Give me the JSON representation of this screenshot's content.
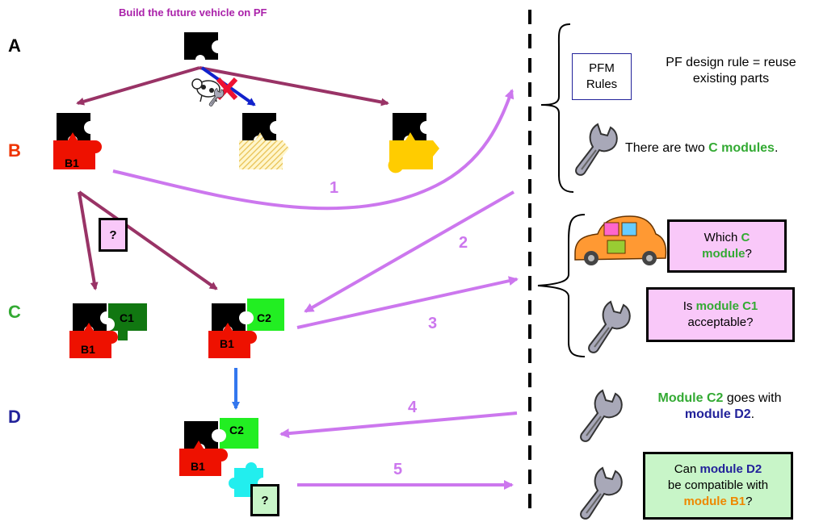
{
  "title": "Build the future vehicle on PF",
  "rows": {
    "A": "A",
    "B": "B",
    "C": "C",
    "D": "D"
  },
  "row_colors": {
    "A": "#000000",
    "B": "#ee3300",
    "C": "#33aa33",
    "D": "#22229a"
  },
  "arrow_numbers": [
    "1",
    "2",
    "3",
    "4",
    "5"
  ],
  "piece_labels": {
    "b1": "B1",
    "c1": "C1",
    "c2": "C2"
  },
  "question_mark": "?",
  "right": {
    "pfm_rules": "PFM Rules",
    "design_rule": "PF design rule = reuse existing parts",
    "two_c": {
      "pre": "There are two ",
      "bold": "C modules",
      "post": "."
    },
    "which_c": {
      "pre": "Which ",
      "bold1": "C",
      "bold2": "module",
      "post": "?"
    },
    "is_c1": {
      "pre": "Is ",
      "bold": "module C1",
      "post": "acceptable?"
    },
    "c2_d2": {
      "bold1": "Module C2",
      "mid": " goes with",
      "bold2": "module D2",
      "post": "."
    },
    "can_d2": {
      "pre": "Can ",
      "bold1": "module D2",
      "mid": "be compatible with",
      "bold2": "module B1",
      "post": "?"
    }
  },
  "colors": {
    "black": "#000000",
    "red": "#ee1100",
    "dark_green": "#117711",
    "light_green": "#22ee22",
    "cyan": "#22eeee",
    "gold": "#ffcc00",
    "hatched": "#ffe07a",
    "maroon_arrow": "#993366",
    "violet_arrow": "#cc77ee",
    "blue_arrow": "#3377ee"
  },
  "icons": [
    "wrench-icon",
    "car-icon",
    "cow-icon",
    "cross-icon"
  ]
}
